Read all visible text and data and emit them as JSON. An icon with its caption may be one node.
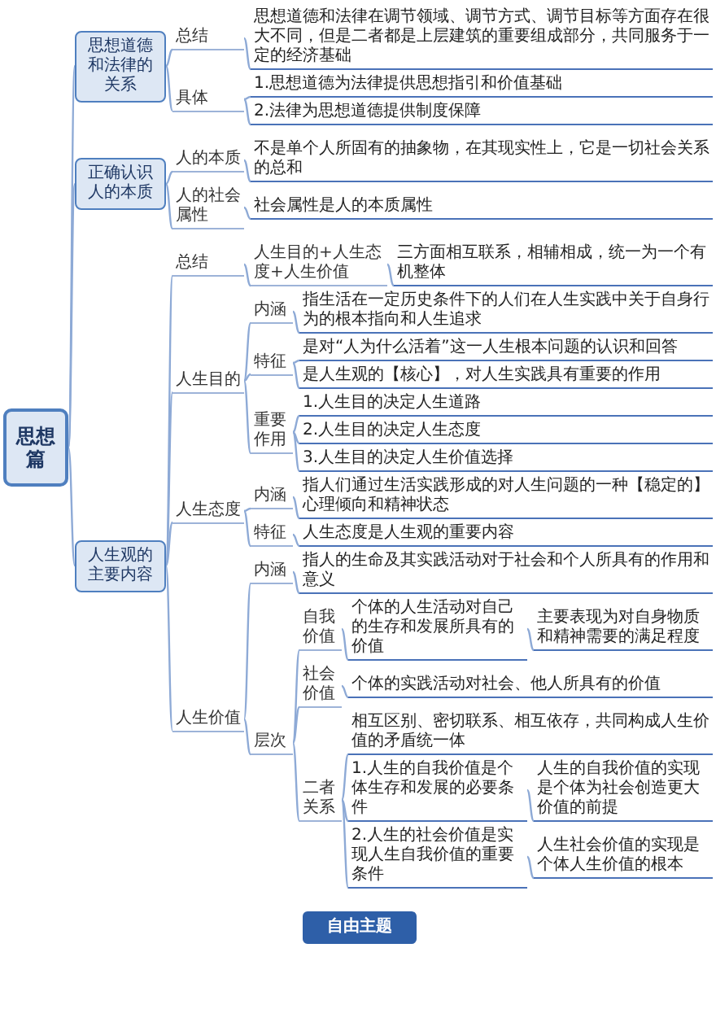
{
  "diagram": {
    "nodes": [
      {
        "text": [
          "思想篇"
        ]
      },
      {
        "text": [
          "思想道德和法律的关系"
        ]
      },
      {
        "text": [
          "总结"
        ]
      },
      {
        "text": [
          "思想道德和法律在调节领域、调节方式、调节目标等方面存在很大不同，但是二者都是上层建筑的重要组成部分，共同服务于一定的经济基础"
        ]
      },
      {
        "text": [
          "具体"
        ]
      },
      {
        "text": [
          "1.思想道德为法律提供思想指引和价值基础"
        ]
      },
      {
        "text": [
          "2.法律为思想道德提供制度保障"
        ]
      },
      {
        "text": [
          "正确认识人的本质"
        ]
      },
      {
        "text": [
          "人的本质"
        ]
      },
      {
        "text": [
          "不是单个人所固有的抽象物，在其现实性上，它是一切社会关系的总和"
        ]
      },
      {
        "text": [
          "人的社会属性"
        ]
      },
      {
        "text": [
          "社会属性是人的本质属性"
        ]
      },
      {
        "text": [
          "人生观的主要内容"
        ]
      },
      {
        "text": [
          "总结"
        ]
      },
      {
        "text": [
          "人生目的+人生态度+人生价值"
        ]
      },
      {
        "text": [
          "三方面相互联系，相辅相成，统一为一个有机整体"
        ]
      },
      {
        "text": [
          "人生目的"
        ]
      },
      {
        "text": [
          "内涵"
        ]
      },
      {
        "text": [
          "指生活在一定历史条件下的人们在人生实践中关于自身行为的根本指向和人生追求"
        ]
      },
      {
        "text": [
          "特征"
        ]
      },
      {
        "text": [
          "是对“人为什么活着”这一人生根本问题的认识和回答"
        ]
      },
      {
        "text": [
          "是人生观的【核心】，对人生实践具有重要的作用"
        ]
      },
      {
        "text": [
          "重要作用"
        ]
      },
      {
        "text": [
          "1.人生目的决定人生道路"
        ]
      },
      {
        "text": [
          "2.人生目的决定人生态度"
        ]
      },
      {
        "text": [
          "3.人生目的决定人生价值选择"
        ]
      },
      {
        "text": [
          "人生态度"
        ]
      },
      {
        "text": [
          "内涵"
        ]
      },
      {
        "text": [
          "指人们通过生活实践形成的对人生问题的一种【稳定的】心理倾向和精神状态"
        ]
      },
      {
        "text": [
          "特征"
        ]
      },
      {
        "text": [
          "人生态度是人生观的重要内容"
        ]
      },
      {
        "text": [
          "人生价值"
        ]
      },
      {
        "text": [
          "内涵"
        ]
      },
      {
        "text": [
          "指人的生命及其实践活动对于社会和个人所具有的作用和意义"
        ]
      },
      {
        "text": [
          "层次"
        ]
      },
      {
        "text": [
          "自我价值"
        ]
      },
      {
        "text": [
          "个体的人生活动对自己的生存和发展所具有的价值"
        ]
      },
      {
        "text": [
          "主要表现为对自身物质和精神需要的满足程度"
        ]
      },
      {
        "text": [
          "社会价值"
        ]
      },
      {
        "text": [
          "个体的实践活动对社会、他人所具有的价值"
        ]
      },
      {
        "text": [
          "二者关系"
        ]
      },
      {
        "text": [
          "相互区别、密切联系、相互依存，共同构成人生价值的矛盾统一体"
        ]
      },
      {
        "text": [
          "1.人生的自我价值是个体生存和发展的必要条件"
        ]
      },
      {
        "text": [
          "人生的自我价值的实现是个体为社会创造更大价值的前提"
        ]
      },
      {
        "text": [
          "2.人生的社会价值是实现人生自我价值的重要条件"
        ]
      },
      {
        "text": [
          "人生社会价值的实现是个体人生价值的根本"
        ]
      },
      {
        "text": [
          "自由主题"
        ]
      }
    ],
    "edges": [
      {
        "from": 0,
        "to": 1,
        "arrow": "none"
      },
      {
        "from": 1,
        "to": 2,
        "arrow": "none"
      },
      {
        "from": 2,
        "to": 3,
        "arrow": "none"
      },
      {
        "from": 1,
        "to": 4,
        "arrow": "none"
      },
      {
        "from": 4,
        "to": 5,
        "arrow": "none"
      },
      {
        "from": 4,
        "to": 6,
        "arrow": "none"
      },
      {
        "from": 0,
        "to": 7,
        "arrow": "none"
      },
      {
        "from": 7,
        "to": 8,
        "arrow": "none"
      },
      {
        "from": 8,
        "to": 9,
        "arrow": "none"
      },
      {
        "from": 7,
        "to": 10,
        "arrow": "none"
      },
      {
        "from": 10,
        "to": 11,
        "arrow": "none"
      },
      {
        "from": 0,
        "to": 12,
        "arrow": "none"
      },
      {
        "from": 12,
        "to": 13,
        "arrow": "none"
      },
      {
        "from": 13,
        "to": 14,
        "arrow": "none"
      },
      {
        "from": 14,
        "to": 15,
        "arrow": "none"
      },
      {
        "from": 12,
        "to": 16,
        "arrow": "none"
      },
      {
        "from": 16,
        "to": 17,
        "arrow": "none"
      },
      {
        "from": 17,
        "to": 18,
        "arrow": "none"
      },
      {
        "from": 16,
        "to": 19,
        "arrow": "none"
      },
      {
        "from": 19,
        "to": 20,
        "arrow": "none"
      },
      {
        "from": 19,
        "to": 21,
        "arrow": "none"
      },
      {
        "from": 16,
        "to": 22,
        "arrow": "none"
      },
      {
        "from": 22,
        "to": 23,
        "arrow": "none"
      },
      {
        "from": 22,
        "to": 24,
        "arrow": "none"
      },
      {
        "from": 22,
        "to": 25,
        "arrow": "none"
      },
      {
        "from": 12,
        "to": 26,
        "arrow": "none"
      },
      {
        "from": 26,
        "to": 27,
        "arrow": "none"
      },
      {
        "from": 27,
        "to": 28,
        "arrow": "none"
      },
      {
        "from": 26,
        "to": 29,
        "arrow": "none"
      },
      {
        "from": 29,
        "to": 30,
        "arrow": "none"
      },
      {
        "from": 12,
        "to": 31,
        "arrow": "none"
      },
      {
        "from": 31,
        "to": 32,
        "arrow": "none"
      },
      {
        "from": 32,
        "to": 33,
        "arrow": "none"
      },
      {
        "from": 31,
        "to": 34,
        "arrow": "none"
      },
      {
        "from": 34,
        "to": 35,
        "arrow": "none"
      },
      {
        "from": 35,
        "to": 36,
        "arrow": "none"
      },
      {
        "from": 36,
        "to": 37,
        "arrow": "none"
      },
      {
        "from": 34,
        "to": 38,
        "arrow": "none"
      },
      {
        "from": 38,
        "to": 39,
        "arrow": "none"
      },
      {
        "from": 34,
        "to": 40,
        "arrow": "none"
      },
      {
        "from": 40,
        "to": 41,
        "arrow": "none"
      },
      {
        "from": 40,
        "to": 42,
        "arrow": "none"
      },
      {
        "from": 42,
        "to": 43,
        "arrow": "none"
      },
      {
        "from": 40,
        "to": 44,
        "arrow": "none"
      },
      {
        "from": 44,
        "to": 45,
        "arrow": "none"
      }
    ]
  }
}
